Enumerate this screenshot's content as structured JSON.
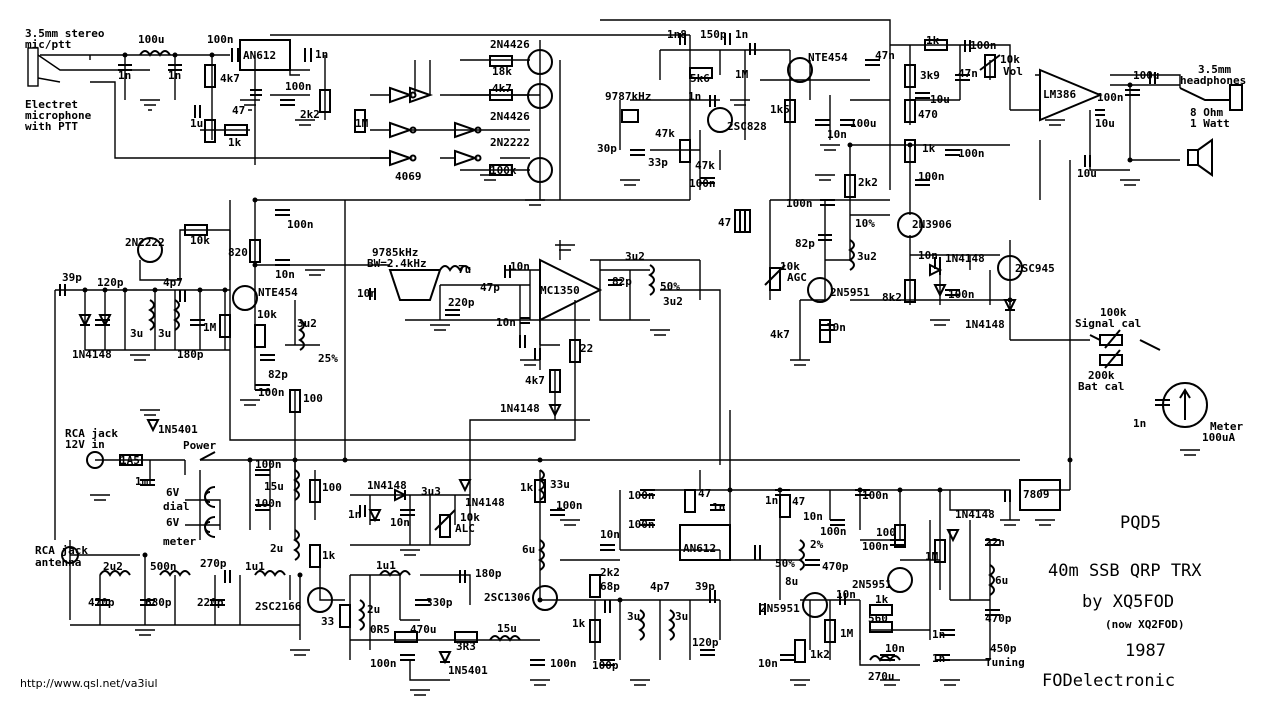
{
  "labels": {
    "mic_jack": "3.5mm stereo",
    "mic_ptt": "mic/ptt",
    "electret_1": "Electret",
    "electret_2": "microphone",
    "electret_3": "with PTT",
    "ic_an612_top": "AN612",
    "ic_4069": "4069",
    "q_2n4426_a": "2N4426",
    "q_2n4426_b": "2N4426",
    "q_2n2222_top": "2N2222",
    "q_2n2222_left": "2N2222",
    "q_nte454_top": "NTE454",
    "q_nte454_left": "NTE454",
    "xtal_9787": "9787kHz",
    "q_2sc828": "2SC828",
    "vol": "Vol",
    "ic_lm386": "LM386",
    "hp_1": "3.5mm",
    "hp_2": "headphones",
    "spk_1": "8 Ohm",
    "spk_2": "1 Watt",
    "q_2n3906": "2N3906",
    "d_1n4148_mid": "1N4148",
    "q_2sc945": "2SC945",
    "d_1n4148_right": "1N4148",
    "agc": "AGC",
    "q_2n5951_agc": "2N5951",
    "filter_1": "9785kHz",
    "filter_2": "BW=2.4kHz",
    "ic_mc1350": "MC1350",
    "sig_cal_val": "100k",
    "sig_cal": "Signal cal",
    "bat_cal_val": "200k",
    "bat_cal": "Bat cal",
    "meter_1": "Meter",
    "meter_2": "100uA",
    "d_1n4148_left": "1N4148",
    "d_1n4148_agc": "1N4148",
    "rca_dc_1": "RCA jack",
    "rca_dc_2": "12V in",
    "d_1n5401_top": "1N5401",
    "fuse": "1A5",
    "power": "Power",
    "dial_1": "6V",
    "dial_2": "dial",
    "meter_lamp_1": "6V",
    "meter_lamp_2": "meter",
    "d_1n4148_alc_a": "1N4148",
    "d_1n4148_alc_b": "1N4148",
    "alc": "ALC",
    "ic_an612_bot": "AN612",
    "ic_7809": "7809",
    "d_1n4148_vfo": "1N4148",
    "rca_ant_1": "RCA jack",
    "rca_ant_2": "antenna",
    "q_2sc2166": "2SC2166",
    "q_2sc1306": "2SC1306",
    "d_1n5401_bot": "1N5401",
    "q_2n5951_a": "2N5951",
    "q_2n5951_b": "2N5951",
    "tuning": "Tuning",
    "url": "http://www.qsl.net/va3iul"
  },
  "values": {
    "c_1n_a": "1n",
    "c_1n_b": "1n",
    "l_100u": "100u",
    "c_100n_a": "100n",
    "c_1n_c": "1n",
    "r_4k7_a": "4k7",
    "r_47_a": "47",
    "c_1u": "1u",
    "r_1k_a": "1k",
    "c_100n_b": "100n",
    "r_2k2_a": "2k2",
    "r_1m_a": "1M",
    "r_18k": "18k",
    "r_4k7_b": "4k7",
    "r_100k_a": "100k",
    "c_1n8": "1n8",
    "c_150p": "150p",
    "c_1n_d": "1n",
    "r_5k6": "5k6",
    "c_1n_e": "1n",
    "r_1m_b": "1M",
    "c_30p": "30p",
    "c_33p": "33p",
    "r_47k_a": "47k",
    "r_47k_b": "47k",
    "c_100n_c": "100n",
    "r_1k5": "1k5",
    "c_10n_a": "10n",
    "c_100u_a": "100u",
    "c_47n_a": "47n",
    "r_47_b": "47",
    "r_1k_b": "1k",
    "c_100n_d": "100n",
    "pot_10k_vol": "10k",
    "r_3k9": "3k9",
    "c_47n_b": "47n",
    "c_10u_a": "10u",
    "r_470_a": "470",
    "c_100u_b": "100u",
    "c_100n_e": "100n",
    "c_10u_b": "10u",
    "c_10u_c": "10u",
    "r_1k_c": "1k",
    "c_100n_f": "100n",
    "c_100n_g": "100n",
    "r_2k2_b": "2k2",
    "c_100n_h": "100n",
    "c_82p_a": "82p",
    "l_10pct": "10%",
    "l_3u2_a": "3u2",
    "c_10n_b": "10n",
    "r_8k2": "8k2",
    "c_100n_i": "100n",
    "pot_10k_agc": "10k",
    "r_4k7_c": "4k7",
    "c_10n_c": "10n",
    "r_10k_a": "10k",
    "r_820": "820",
    "c_100n_j": "100n",
    "c_10n_d": "10n",
    "c_39p_a": "39p",
    "c_120p_a": "120p",
    "c_4p7_a": "4p7",
    "l_3u_a": "3u",
    "l_3u_b": "3u",
    "c_180p_a": "180p",
    "r_1m_c": "1M",
    "r_10k_b": "10k",
    "l_3u2_b": "3u2",
    "c_82p_b": "82p",
    "l_25pct": "25%",
    "c_100n_k": "100n",
    "r_100": "100",
    "c_10n_e": "10n",
    "l_7u": "7u",
    "c_47p": "47p",
    "c_220p_a": "220p",
    "c_10n_f": "10n",
    "c_10n_g": "10n",
    "l_3u2_c": "3u2",
    "c_82p_c": "82p",
    "l_50pct_a": "50%",
    "l_3u2_d": "3u2",
    "r_22": "22",
    "r_4k7_d": "4k7",
    "c_1n_f": "1n",
    "c_100n_l": "100n",
    "l_15u_a": "15u",
    "c_100n_m": "100n",
    "r_100_b": "100",
    "c_1m": "1m",
    "c_1n_g": "1n",
    "c_10n_h": "10n",
    "c_3u3": "3u3",
    "pot_10k_alc": "10k",
    "r_1k_d": "1k",
    "l_33u": "33u",
    "c_100n_n": "100n",
    "l_6u_a": "6u",
    "c_100n_o": "100n",
    "c_100n_p": "100n",
    "r_47_c": "47",
    "c_1n_h": "1n",
    "c_10n_i": "10n",
    "c_1n_i": "1n",
    "r_47_d": "47",
    "c_100n_q": "100n",
    "c_10n_j": "10n",
    "c_100n_r": "100n",
    "l_2pct": "2%",
    "l_50pct_b": "50%",
    "l_8u": "8u",
    "c_470p_a": "470p",
    "r_100_c": "100",
    "c_100n_s": "100n",
    "r_1m_d": "1M",
    "c_22n": "22n",
    "l_6u_b": "6u",
    "c_470p_b": "470p",
    "c_450p": "450p",
    "l_2u2": "2u2",
    "l_500n": "500n",
    "c_270p": "270p",
    "l_1u1_a": "1u1",
    "c_470p_c": "470p",
    "c_680p": "680p",
    "c_220p_b": "220p",
    "l_2u": "2u",
    "r_1k_e": "1k",
    "r_33": "33",
    "l_1u1_b": "1u1",
    "c_180p_b": "180p",
    "l_2u_b": "2u",
    "c_330p": "330p",
    "r_0r5": "0R5",
    "c_470u": "470u",
    "r_3r3": "3R3",
    "l_15u_b": "15u",
    "c_100n_t": "100n",
    "c_100n_u": "100n",
    "r_2k2_c": "2k2",
    "c_68p": "68p",
    "c_4p7_b": "4p7",
    "c_39p_b": "39p",
    "l_3u_c": "3u",
    "l_3u_d": "3u",
    "r_1k_f": "1k",
    "c_100p": "100p",
    "c_120p_b": "120p",
    "c_10n_k": "10n",
    "r_1m_e": "1M",
    "r_1k2": "1k2",
    "c_10n_l": "10n",
    "r_1k_g": "1k",
    "r_560": "560",
    "c_1n_j": "1n",
    "c_1n_k": "1n",
    "l_270u": "270u",
    "c_10n_m": "10n"
  },
  "title": {
    "line1": "PQD5",
    "line2": "40m SSB QRP TRX",
    "line3": "by XQ5FOD",
    "line4": "(now XQ2FOD)",
    "line5": "1987",
    "line6": "FODelectronic"
  }
}
